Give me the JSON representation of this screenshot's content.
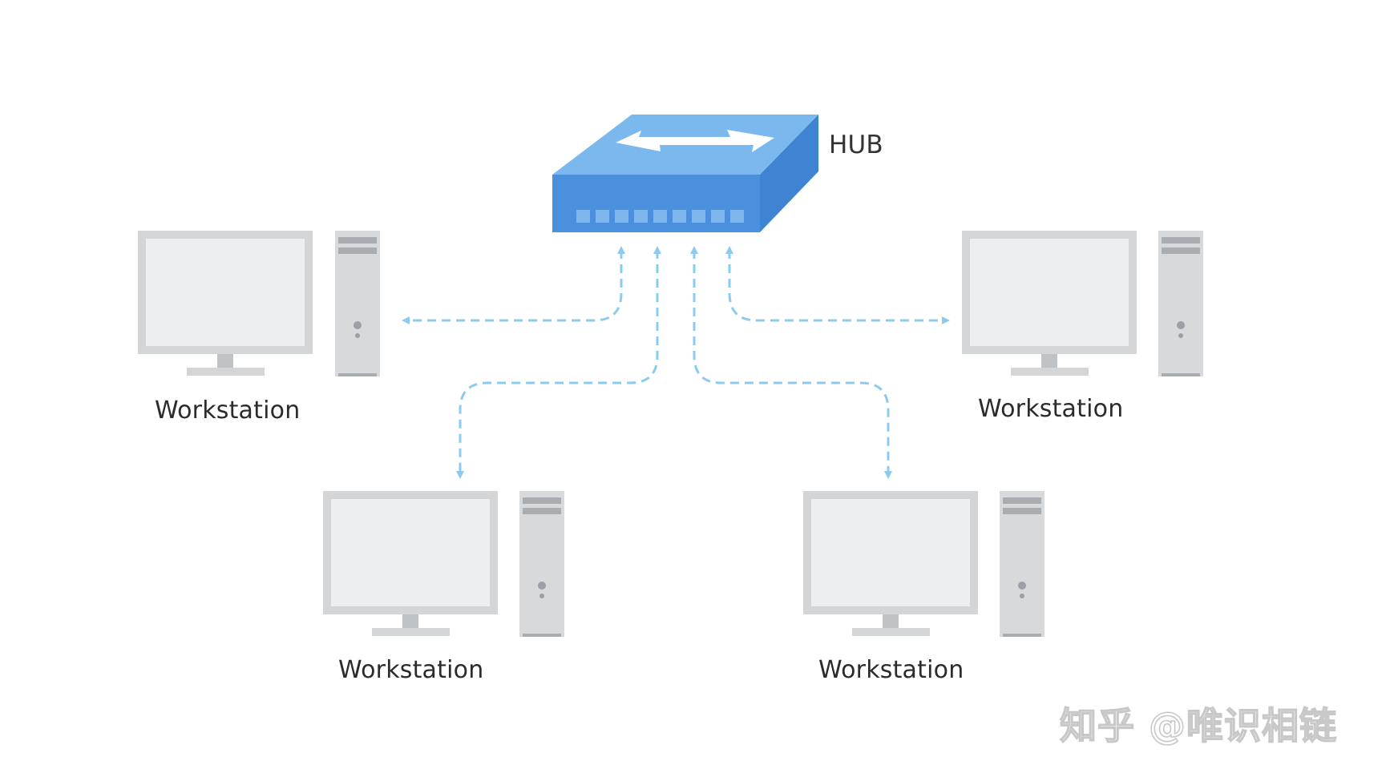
{
  "hub": {
    "label": "HUB",
    "colors": {
      "top": "#7ab8ee",
      "front": "#4a90dd",
      "side": "#3f84d2",
      "ports": "#7fb7ec",
      "arrow": "#ffffff"
    }
  },
  "workstations": [
    {
      "label": "Workstation"
    },
    {
      "label": "Workstation"
    },
    {
      "label": "Workstation"
    },
    {
      "label": "Workstation"
    }
  ],
  "connection_color": "#8dcbee",
  "device_colors": {
    "frame": "#d3d5d7",
    "screen": "#eceeef",
    "tower": "#d7d9db",
    "tower_slot": "#a9adb1",
    "tower_dot": "#9aa0a5",
    "stand": "#bfc3c6"
  },
  "watermark": {
    "text": "知乎 @唯识相链"
  }
}
